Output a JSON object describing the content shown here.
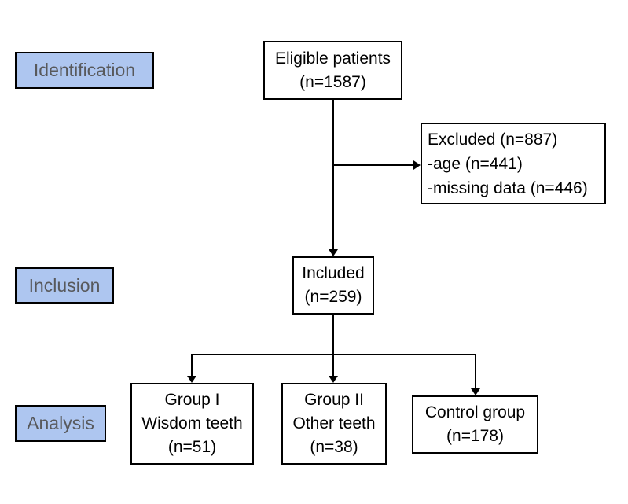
{
  "diagram": {
    "stages": {
      "identification": "Identification",
      "inclusion": "Inclusion",
      "analysis": "Analysis"
    },
    "boxes": {
      "eligible": {
        "lines": [
          "Eligible patients",
          "(n=1587)"
        ]
      },
      "excluded": {
        "lines": [
          "Excluded (n=887)",
          "-age (n=441)",
          "-missing data (n=446)"
        ]
      },
      "included": {
        "lines": [
          "Included",
          "(n=259)"
        ]
      },
      "group1": {
        "lines": [
          "Group I",
          "Wisdom teeth",
          "(n=51)"
        ]
      },
      "group2": {
        "lines": [
          "Group II",
          "Other teeth",
          "(n=38)"
        ]
      },
      "control": {
        "lines": [
          "Control group",
          "(n=178)"
        ]
      }
    },
    "colors": {
      "stage_fill": "#aec6f0",
      "stage_text": "#58595c",
      "box_fill": "#ffffff",
      "box_border": "#000000",
      "line_color": "#000000",
      "background": "#ffffff"
    }
  }
}
